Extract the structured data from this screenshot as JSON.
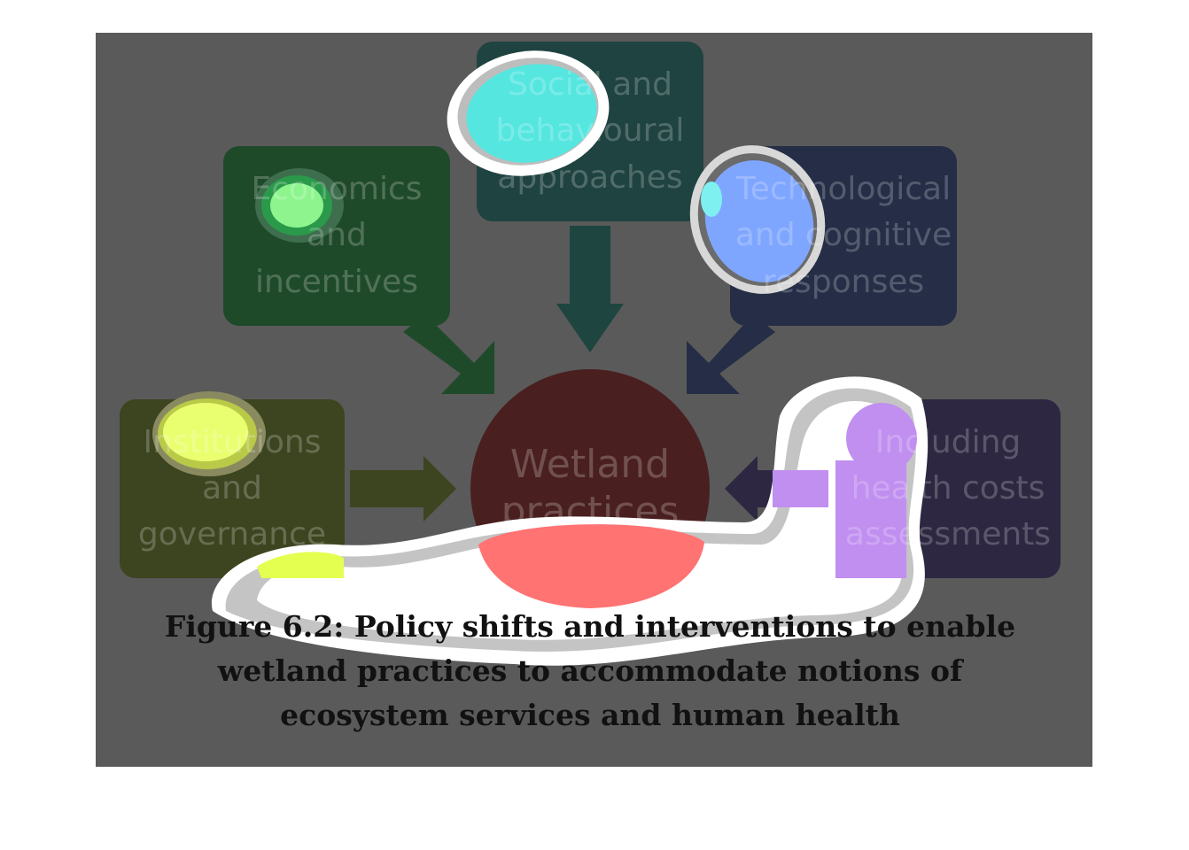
{
  "diagram": {
    "hub": {
      "label": "Wetland\npractices",
      "color": "#ff7373"
    },
    "boxes": [
      {
        "id": "social",
        "label": "Social and\nbehavioural\napproaches",
        "color": "#55e6e0"
      },
      {
        "id": "economics",
        "label": "Economics\nand\nincentives",
        "color": "#2a9a4a"
      },
      {
        "id": "technological",
        "label": "Technological\nand cognitive\nresponses",
        "color": "#4f7fe6"
      },
      {
        "id": "institutions",
        "label": "Institutions\nand\ngovernance",
        "color": "#d6f05a"
      },
      {
        "id": "health",
        "label": "Including\nhealth costs\nassessments",
        "color": "#b07fe6"
      }
    ]
  },
  "caption": "Figure 6.2: Policy shifts and interventions to enable wetland practices to accommodate notions of ecosystem services and human health"
}
